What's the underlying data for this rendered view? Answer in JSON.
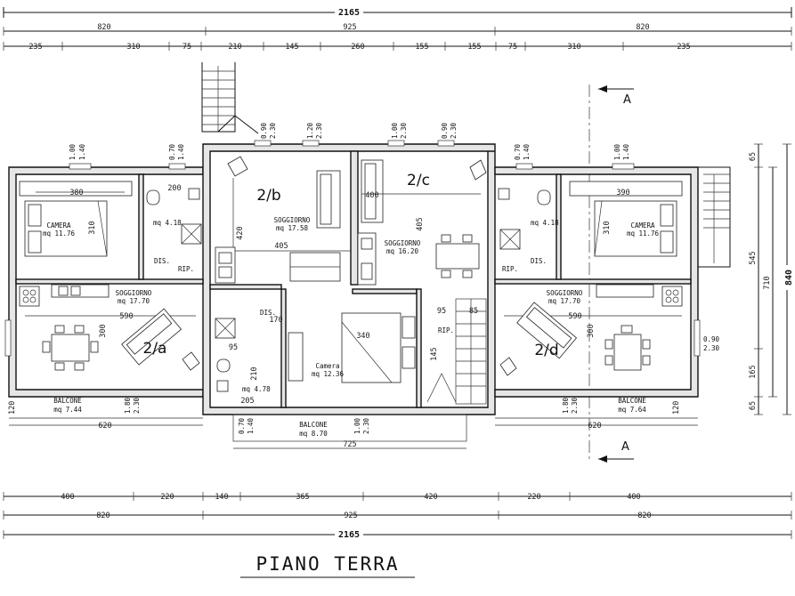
{
  "title": "PIANO TERRA",
  "overall_width": "2165",
  "overall_depth": "840",
  "section_marker": "A",
  "top_sub_dims": [
    "820",
    "925",
    "820"
  ],
  "top_detail_dims": [
    "235",
    "310",
    "75",
    "210",
    "145",
    "260",
    "155",
    "155",
    "75",
    "310",
    "235"
  ],
  "bottom_detail_dims": [
    "400",
    "220",
    "140",
    "365",
    "420",
    "220",
    "400"
  ],
  "bottom_sub_dims": [
    "820",
    "925",
    "820"
  ],
  "right_dims_a": [
    "65",
    "545",
    "165",
    "65"
  ],
  "right_dims_b": [
    "710"
  ],
  "units": [
    "2/a",
    "2/b",
    "2/c",
    "2/d"
  ],
  "rooms": {
    "camera_a": "CAMERA",
    "camera_a_area": "mq 11.76",
    "soggiorno_a": "SOGGIORNO",
    "soggiorno_a_area": "mq 17.70",
    "balcone_a": "BALCONE",
    "balcone_a_area": "mq 7.44",
    "soggiorno_b": "SOGGIORNO",
    "soggiorno_b_area": "mq 17.58",
    "camera_b": "Camera",
    "camera_b_area": "mq 12.36",
    "soggiorno_c": "SOGGIORNO",
    "soggiorno_c_area": "mq 16.20",
    "balcone_c": "BALCONE",
    "balcone_c_area": "mq 8.70",
    "camera_d": "CAMERA",
    "camera_d_area": "mq 11.76",
    "soggiorno_d": "SOGGIORNO",
    "soggiorno_d_area": "mq 17.70",
    "balcone_d": "BALCONE",
    "balcone_d_area": "mq 7.64",
    "bath_a_area": "mq 4.18",
    "bath_b_area": "mq 4.78",
    "bath_d_area": "mq 4.18",
    "dis": "DIS.",
    "rip": "RIP.",
    "rip2": "RIP."
  },
  "inner_dims": {
    "a_380": "380",
    "a_310": "310",
    "a_200": "200",
    "a_590": "590",
    "a_300": "300",
    "a_620": "620",
    "a_120": "120",
    "b_420": "420",
    "b_405": "405",
    "b_340": "340",
    "b_210": "210",
    "b_95": "95",
    "b_205": "205",
    "b_170": "170",
    "c_400": "400",
    "c_405": "405",
    "c_95": "95",
    "c_85": "85",
    "c_145": "145",
    "c_725": "725",
    "d_390": "390",
    "d_310": "310",
    "d_300": "300",
    "d_590": "590",
    "d_620": "620",
    "d_120": "120",
    "w_100": "1.00",
    "w_140": "1.40",
    "w_070": "0.70",
    "w_090": "0.90",
    "w_230": "2.30",
    "w_120": "1.20",
    "w_180": "1.80"
  }
}
